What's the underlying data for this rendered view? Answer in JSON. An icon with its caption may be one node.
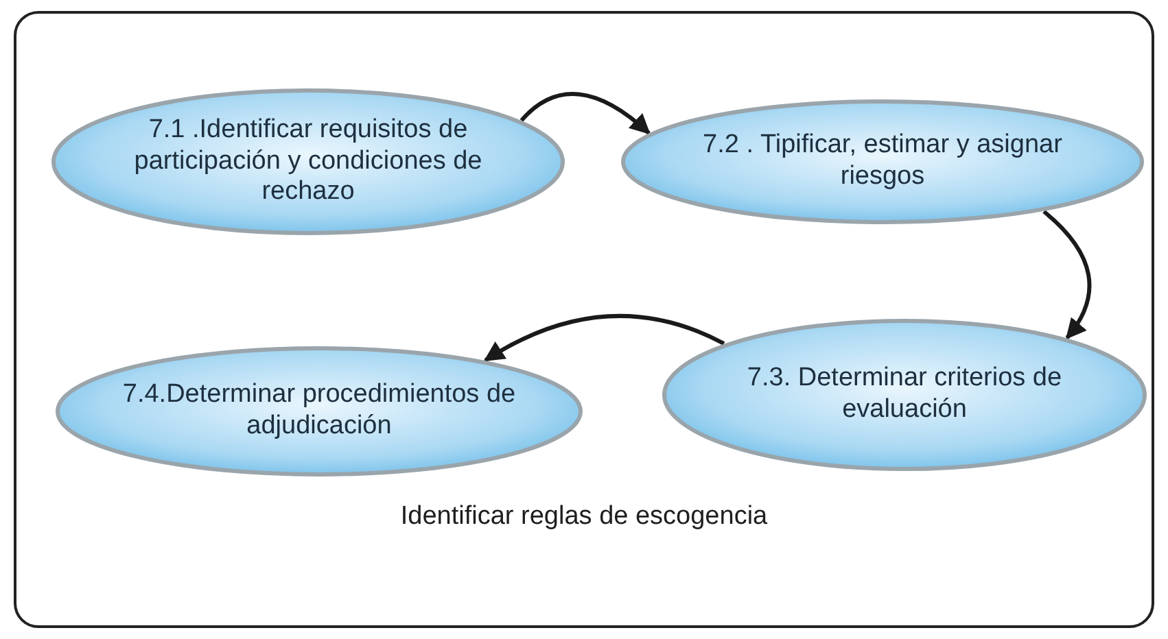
{
  "diagram": {
    "nodes": [
      {
        "text": [
          "Identificar reglas de escogencia"
        ]
      },
      {
        "text": [
          "7.1 .Identificar requisitos de participación y condiciones de rechazo"
        ],
        "in": 0
      },
      {
        "text": [
          "7.2 . Tipificar, estimar y asignar riesgos"
        ],
        "in": 0
      },
      {
        "text": [
          "7.3. Determinar criterios de evaluación"
        ],
        "in": 0
      },
      {
        "text": [
          "7.4.Determinar procedimientos de adjudicación"
        ],
        "in": 0
      }
    ],
    "edges": [
      {
        "from": 1,
        "to": 2,
        "arrow": "to"
      },
      {
        "from": 2,
        "to": 3,
        "arrow": "to"
      },
      {
        "from": 3,
        "to": 4,
        "arrow": "to"
      }
    ]
  }
}
